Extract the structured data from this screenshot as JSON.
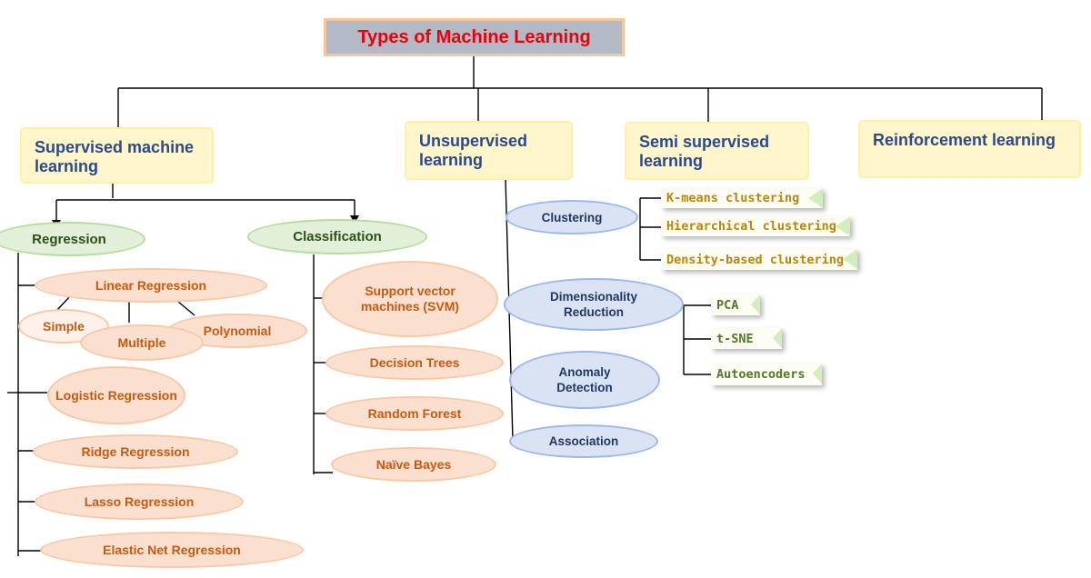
{
  "title": "Types of Machine Learning",
  "categories": {
    "supervised": "Supervised machine learning",
    "unsupervised": "Unsupervised learning",
    "semi": "Semi supervised learning",
    "reinforcement": "Reinforcement learning"
  },
  "supervised": {
    "regression": {
      "label": "Regression",
      "linear": "Linear Regression",
      "simple": "Simple",
      "multiple": "Multiple",
      "polynomial": "Polynomial",
      "logistic": "Logistic Regression",
      "ridge": "Ridge Regression",
      "lasso": "Lasso Regression",
      "elastic": "Elastic Net Regression"
    },
    "classification": {
      "label": "Classification",
      "svm": "Support vector machines (SVM)",
      "decision_trees": "Decision Trees",
      "random_forest": "Random Forest",
      "naive_bayes": "Naïve Bayes"
    }
  },
  "unsupervised": {
    "clustering": "Clustering",
    "clustering_methods": {
      "kmeans": "K-means clustering",
      "hierarchical": "Hierarchical clustering",
      "density": "Density-based clustering"
    },
    "dimensionality": "Dimensionality Reduction",
    "dimensionality_methods": {
      "pca": "PCA",
      "tsne": "t-SNE",
      "autoencoders": "Autoencoders"
    },
    "anomaly": "Anomaly Detection",
    "association": "Association"
  },
  "colors": {
    "title_text": "#e8000b",
    "title_bg": "#b4b9c6",
    "category_text": "#2b4a8b",
    "category_bg": "#fff6cc",
    "peach_text": "#c55a11",
    "green_text": "#2d5016",
    "blue_text": "#1f3864"
  }
}
